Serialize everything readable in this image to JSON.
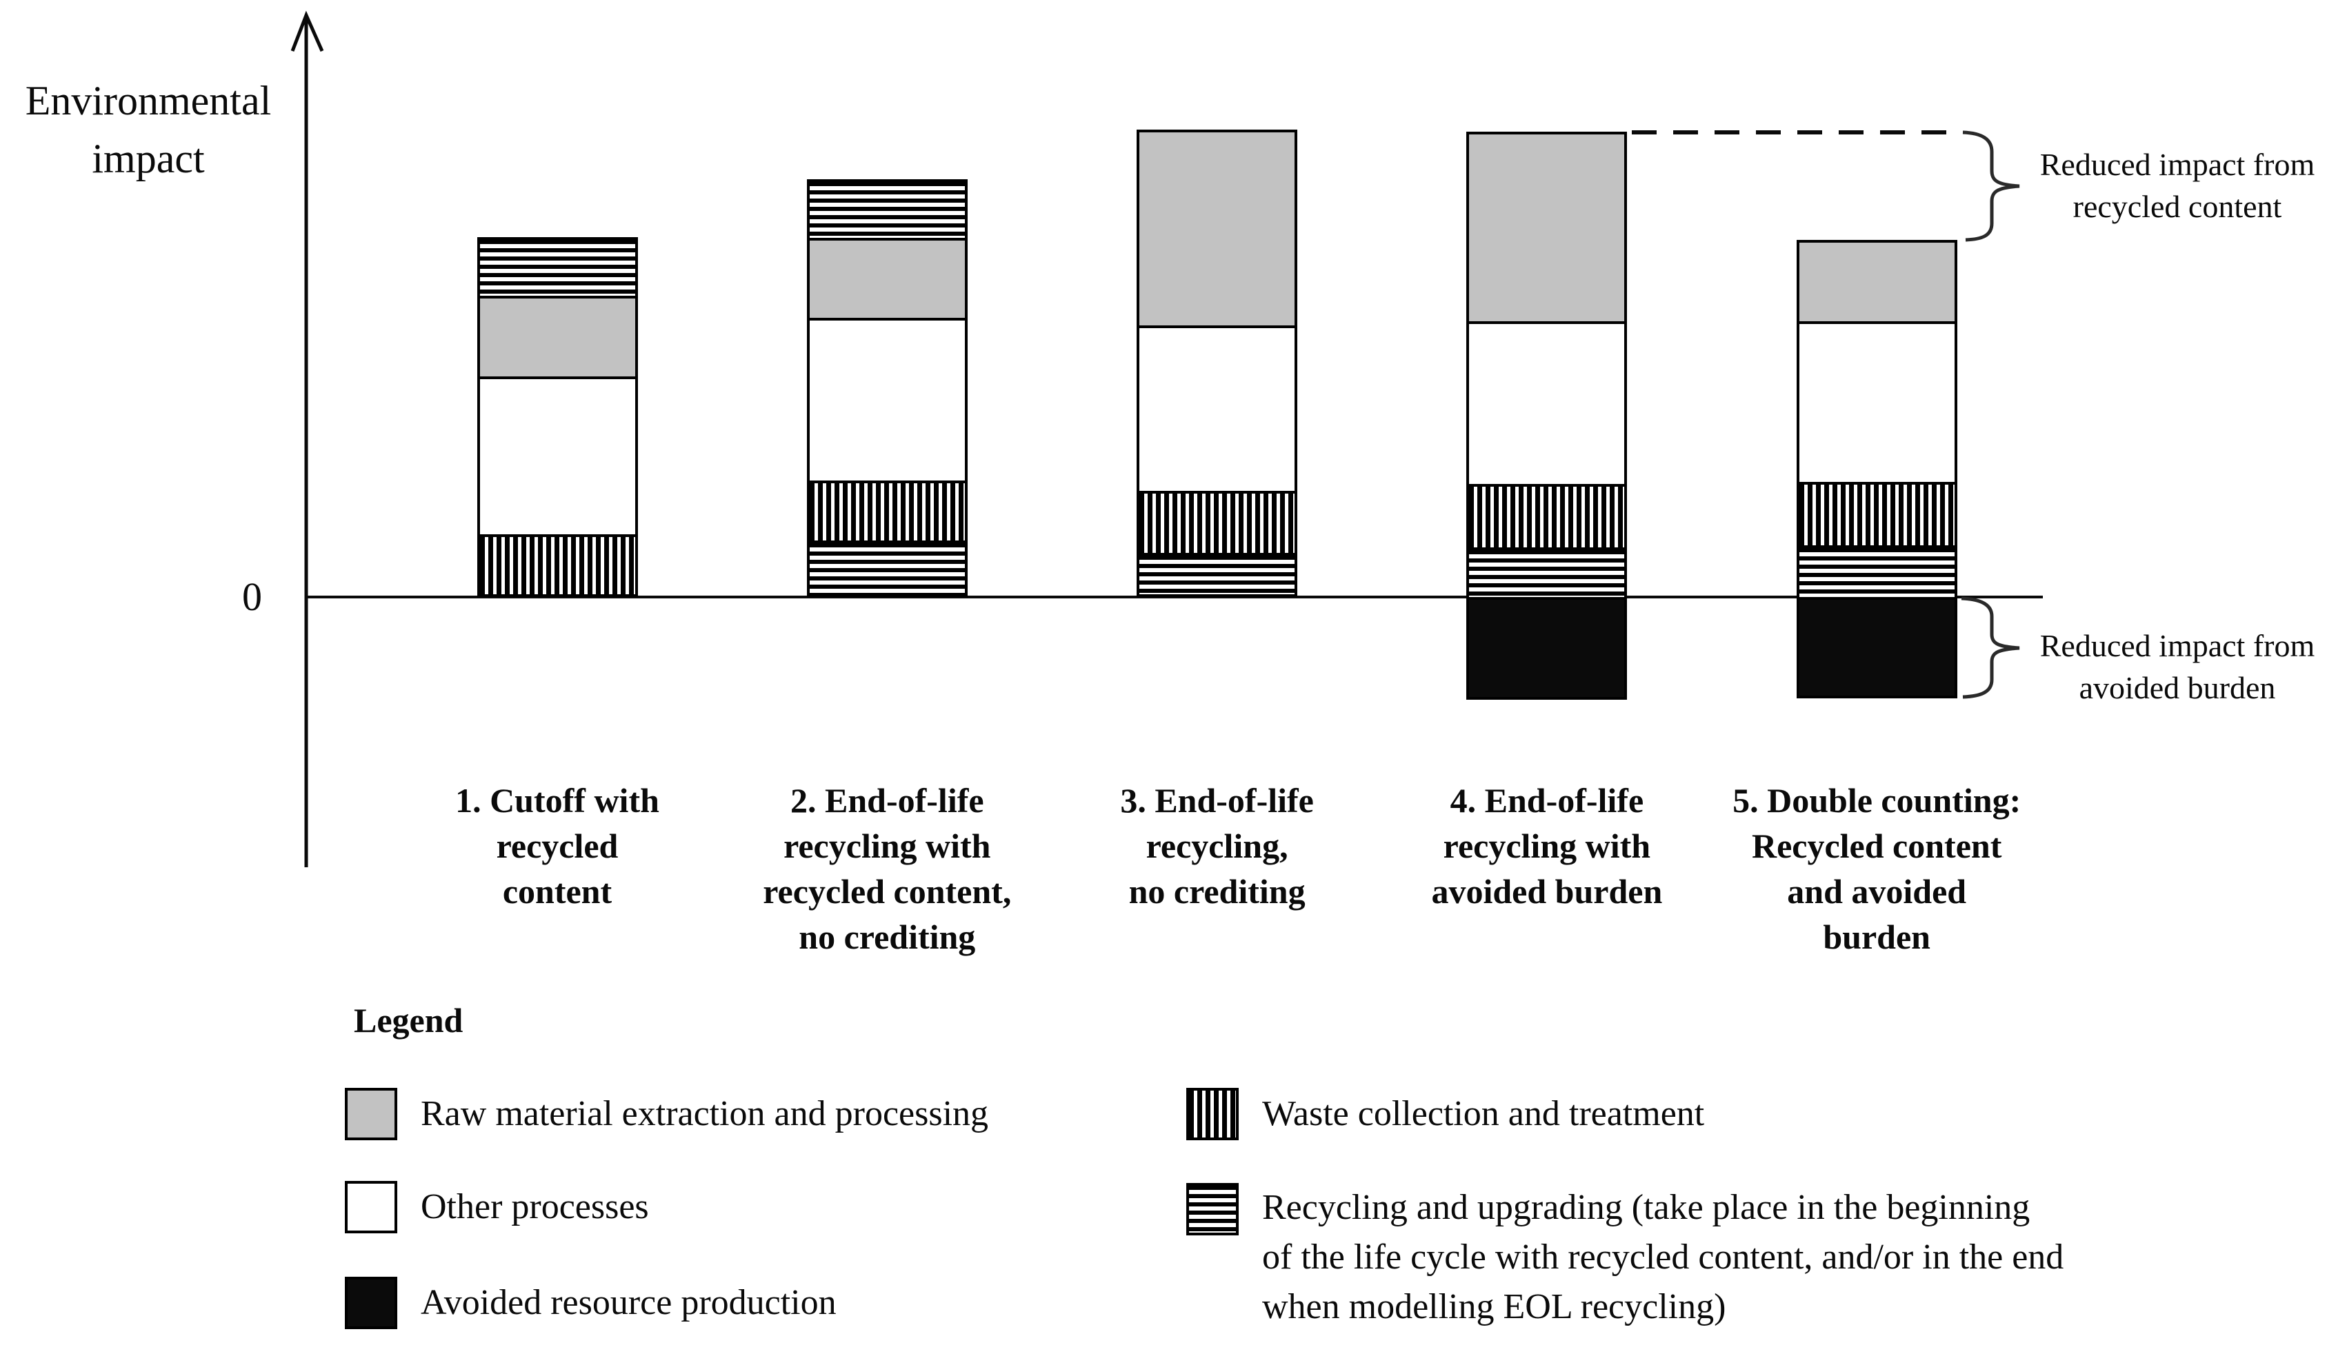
{
  "figure": {
    "y_axis_title_lines": [
      "Environmental",
      "impact"
    ],
    "zero_label": "0"
  },
  "annotations": {
    "recycled_content": {
      "lines": [
        "Reduced impact from",
        "recycled content"
      ]
    },
    "avoided_burden": {
      "lines": [
        "Reduced impact from",
        "avoided burden"
      ]
    }
  },
  "legend": {
    "title": "Legend",
    "left_items": [
      {
        "swatch": "raw",
        "lines": [
          "Raw material extraction and processing"
        ]
      },
      {
        "swatch": "other",
        "lines": [
          "Other processes"
        ]
      },
      {
        "swatch": "avoided",
        "lines": [
          "Avoided resource production"
        ]
      }
    ],
    "right_items": [
      {
        "swatch": "waste",
        "lines": [
          "Waste collection and treatment"
        ]
      },
      {
        "swatch": "recycling",
        "lines": [
          "Recycling and upgrading (take place in the beginning",
          "of the life cycle with recycled content, and/or in the end",
          "when modelling EOL recycling)"
        ]
      }
    ]
  },
  "colors": {
    "raw": "#c2c2c2",
    "other": "#ffffff",
    "avoided": "#0b0b0b",
    "waste_stripes": "#000000",
    "recycling_stripes": "#000000",
    "stroke": "#000000",
    "background": "#ffffff"
  },
  "chart_data": {
    "type": "bar",
    "stacked": true,
    "title": "",
    "xlabel": "",
    "ylabel": "Environmental impact",
    "y_axis_tick_labels": [
      "0"
    ],
    "units": "relative impact (axis unlabeled; segment values estimated from bar heights, px)",
    "legend_position": "bottom",
    "grid": false,
    "segment_types": {
      "raw": "Raw material extraction and processing",
      "other": "Other processes",
      "waste": "Waste collection and treatment",
      "recycling": "Recycling and upgrading",
      "avoided": "Avoided resource production"
    },
    "bars": [
      {
        "label": "1. Cutoff with recycled content",
        "label_lines": [
          "1. Cutoff with",
          "recycled",
          "content"
        ],
        "segments_top_to_bottom": [
          {
            "type": "recycling",
            "value": 85
          },
          {
            "type": "raw",
            "value": 117
          },
          {
            "type": "other",
            "value": 229
          },
          {
            "type": "waste",
            "value": 91
          }
        ],
        "segments_below_zero": [],
        "total_above_zero": 522,
        "total_below_zero": 0
      },
      {
        "label": "2. End-of-life recycling with recycled content, no crediting",
        "label_lines": [
          "2. End-of-life",
          "recycling with",
          "recycled content,",
          "no crediting"
        ],
        "segments_top_to_bottom": [
          {
            "type": "recycling",
            "value": 85
          },
          {
            "type": "raw",
            "value": 116
          },
          {
            "type": "other",
            "value": 236
          },
          {
            "type": "waste",
            "value": 87
          },
          {
            "type": "recycling",
            "value": 82
          }
        ],
        "segments_below_zero": [],
        "total_above_zero": 606,
        "total_below_zero": 0
      },
      {
        "label": "3. End-of-life recycling, no crediting",
        "label_lines": [
          "3. End-of-life",
          "recycling,",
          "no crediting"
        ],
        "segments_top_to_bottom": [
          {
            "type": "raw",
            "value": 284
          },
          {
            "type": "other",
            "value": 240
          },
          {
            "type": "waste",
            "value": 90
          },
          {
            "type": "recycling",
            "value": 64
          }
        ],
        "segments_below_zero": [],
        "total_above_zero": 678,
        "total_below_zero": 0
      },
      {
        "label": "4. End-of-life recycling with avoided burden",
        "label_lines": [
          "4. End-of-life",
          "recycling with",
          "avoided burden"
        ],
        "segments_top_to_bottom": [
          {
            "type": "raw",
            "value": 275
          },
          {
            "type": "other",
            "value": 236
          },
          {
            "type": "waste",
            "value": 92
          },
          {
            "type": "recycling",
            "value": 72
          }
        ],
        "segments_below_zero": [
          {
            "type": "avoided",
            "value": 149
          }
        ],
        "total_above_zero": 675,
        "total_below_zero": 149
      },
      {
        "label": "5. Double counting: Recycled content and avoided burden",
        "label_lines": [
          "5. Double counting:",
          "Recycled content",
          "and avoided",
          "burden"
        ],
        "segments_top_to_bottom": [
          {
            "type": "raw",
            "value": 118
          },
          {
            "type": "other",
            "value": 233
          },
          {
            "type": "waste",
            "value": 92
          },
          {
            "type": "recycling",
            "value": 75
          }
        ],
        "segments_below_zero": [
          {
            "type": "avoided",
            "value": 147
          }
        ],
        "total_above_zero": 518,
        "total_below_zero": 147
      }
    ]
  }
}
